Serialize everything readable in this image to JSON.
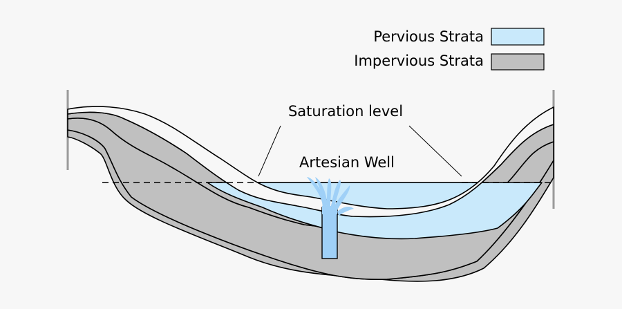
{
  "legend": {
    "items": [
      {
        "label": "Pervious Strata",
        "color": "#c9e9fb"
      },
      {
        "label": "Impervious Strata",
        "color": "#c0c0c0"
      }
    ]
  },
  "labels": {
    "saturation_level": "Saturation level",
    "artesian_well": "Artesian Well"
  },
  "colors": {
    "background": "#f7f7f7",
    "pervious_strata": "#c9e9fb",
    "impervious_strata": "#c0c0c0",
    "confined_aquifer": "#7fc4fc",
    "well_water": "#9fd0f7",
    "outline": "#000000",
    "ground_edge": "#9a9a9a"
  }
}
